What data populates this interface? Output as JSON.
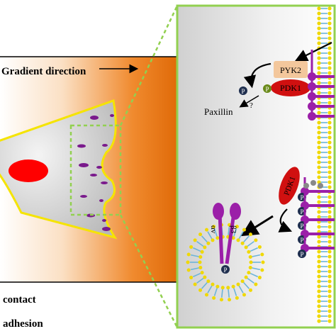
{
  "labels": {
    "gradient": "Gradient direction",
    "paxillin": "Paxillin",
    "question": "?",
    "pyk2": "PYK2",
    "pdk1_top": "PDK1",
    "pdk1_mid": "PDK1",
    "alpha_v": "αv",
    "beta3": "β3",
    "p": "P",
    "legend_contact": "contact",
    "legend_adhesion": "adhesion"
  },
  "colors": {
    "gradient_light": "#fde6cf",
    "gradient_dark": "#e36c0a",
    "cell_outline": "#f5e400",
    "nucleus": "#ff0000",
    "adhesion": "#7a1a8c",
    "zoom_border": "#92d050",
    "pyk2": "#f3c79c",
    "pdk1": "#d01010",
    "phospho": "#1f2f4f",
    "integrin": "#9b1fa8",
    "lipid_tail": "#6cb4d8",
    "lipid_head": "#f0d800"
  }
}
